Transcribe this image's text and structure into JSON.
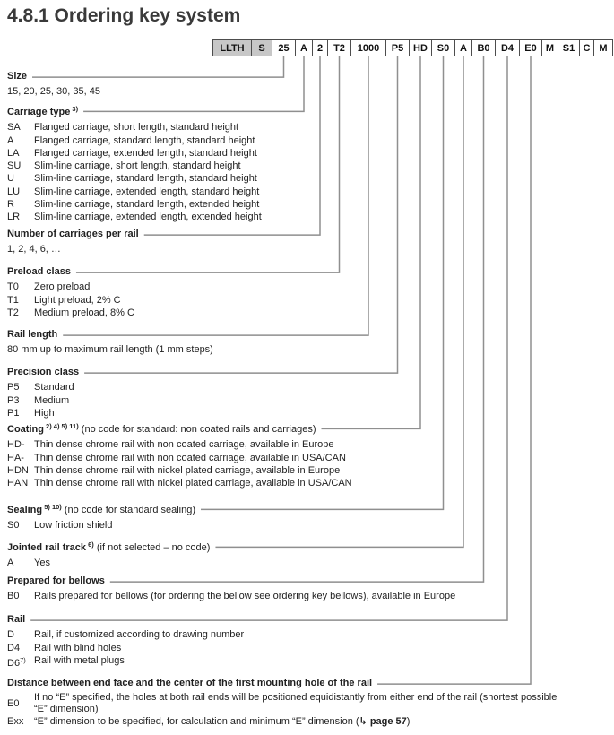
{
  "page_title": "4.8.1 Ordering key system",
  "ordering_key": {
    "boxes": [
      {
        "code": "LLTH",
        "shaded": true
      },
      {
        "code": "S",
        "shaded": true
      },
      {
        "code": "25",
        "shaded": false
      },
      {
        "code": "A",
        "shaded": false
      },
      {
        "code": "2",
        "shaded": false
      },
      {
        "code": "T2",
        "shaded": false
      },
      {
        "code": "1000",
        "shaded": false
      },
      {
        "code": "P5",
        "shaded": false
      },
      {
        "code": "HD",
        "shaded": false
      },
      {
        "code": "S0",
        "shaded": false
      },
      {
        "code": "A",
        "shaded": false
      },
      {
        "code": "B0",
        "shaded": false
      },
      {
        "code": "D4",
        "shaded": false
      },
      {
        "code": "E0",
        "shaded": false
      },
      {
        "code": "M",
        "shaded": false
      },
      {
        "code": "S1",
        "shaded": false
      },
      {
        "code": "C",
        "shaded": false
      },
      {
        "code": "M",
        "shaded": false
      }
    ]
  },
  "sections": [
    {
      "title": "Size",
      "sup": "",
      "suffix": "",
      "items": [
        {
          "code": "",
          "text": "15, 20, 25, 30, 35, 45"
        }
      ]
    },
    {
      "title": "Carriage type",
      "sup": "3)",
      "suffix": "",
      "items": [
        {
          "code": "SA",
          "text": "Flanged carriage, short length, standard height"
        },
        {
          "code": "A",
          "text": "Flanged carriage, standard length, standard height"
        },
        {
          "code": "LA",
          "text": "Flanged carriage, extended length, standard height"
        },
        {
          "code": "SU",
          "text": "Slim-line carriage, short length, standard height"
        },
        {
          "code": "U",
          "text": "Slim-line carriage, standard length, standard height"
        },
        {
          "code": "LU",
          "text": "Slim-line carriage, extended length, standard height"
        },
        {
          "code": "R",
          "text": "Slim-line carriage, standard length, extended height"
        },
        {
          "code": "LR",
          "text": "Slim-line carriage, extended length, extended height"
        }
      ]
    },
    {
      "title": "Number of carriages per rail",
      "sup": "",
      "suffix": "",
      "items": [
        {
          "code": "",
          "text": "1, 2, 4, 6, …"
        }
      ]
    },
    {
      "title": "Preload class",
      "sup": "",
      "suffix": "",
      "items": [
        {
          "code": "T0",
          "text": "Zero preload"
        },
        {
          "code": "T1",
          "text": "Light preload, 2% C"
        },
        {
          "code": "T2",
          "text": "Medium preload, 8% C"
        }
      ]
    },
    {
      "title": "Rail length",
      "sup": "",
      "suffix": "",
      "items": [
        {
          "code": "",
          "text": "80 mm up to maximum rail length (1 mm steps)"
        }
      ]
    },
    {
      "title": "Precision class",
      "sup": "",
      "suffix": "",
      "items": [
        {
          "code": "P5",
          "text": "Standard"
        },
        {
          "code": "P3",
          "text": "Medium"
        },
        {
          "code": "P1",
          "text": "High"
        }
      ]
    },
    {
      "title": "Coating",
      "sup": "2) 4) 5) 11)",
      "suffix": "(no code for standard: non coated rails and carriages)",
      "items": [
        {
          "code": "HD-",
          "text": "Thin dense chrome rail with non coated carriage, available in Europe"
        },
        {
          "code": "HA-",
          "text": "Thin dense chrome rail with non coated carriage, available in USA/CAN"
        },
        {
          "code": "HDN",
          "text": "Thin dense chrome rail with nickel plated carriage, available in Europe"
        },
        {
          "code": "HAN",
          "text": "Thin dense chrome rail with nickel plated carriage, available in USA/CAN"
        }
      ]
    },
    {
      "title": "Sealing",
      "sup": "5) 10)",
      "suffix": "(no code for standard sealing)",
      "items": [
        {
          "code": "S0",
          "text": "Low friction shield"
        }
      ]
    },
    {
      "title": "Jointed rail track",
      "sup": "6)",
      "suffix": "(if not selected – no code)",
      "items": [
        {
          "code": "A",
          "text": "Yes"
        }
      ]
    },
    {
      "title": "Prepared for bellows",
      "sup": "",
      "suffix": "",
      "items": [
        {
          "code": "B0",
          "text": "Rails prepared for bellows (for ordering the bellow see ordering key bellows), available in Europe"
        }
      ]
    },
    {
      "title": "Rail",
      "sup": "",
      "suffix": "",
      "items": [
        {
          "code": "D",
          "text": "Rail, if customized according to drawing number"
        },
        {
          "code": "D4",
          "text": "Rail with blind holes"
        },
        {
          "code": "D6",
          "code_sup": "7)",
          "text": "Rail with metal plugs"
        }
      ]
    },
    {
      "title": "Distance between end face and the center of the first mounting hole of the rail",
      "sup": "",
      "suffix": "",
      "items": [
        {
          "code": "E0",
          "text": "If no “E” specified, the holes at both rail ends will be positioned equidistantly from either end of the rail (shortest possible “E” dimension)",
          "two_line": true
        },
        {
          "code": "Exx",
          "text": "“E” dimension to be specified, for calculation and minimum “E” dimension (",
          "arrow": "↳",
          "bold_text": "page 57",
          "text_end": ")"
        }
      ]
    }
  ],
  "colors": {
    "line": "#8f8f8f",
    "box_border": "#4d4d4d",
    "box_shaded": "#c7c7c7",
    "title": "#3a3a3a"
  }
}
